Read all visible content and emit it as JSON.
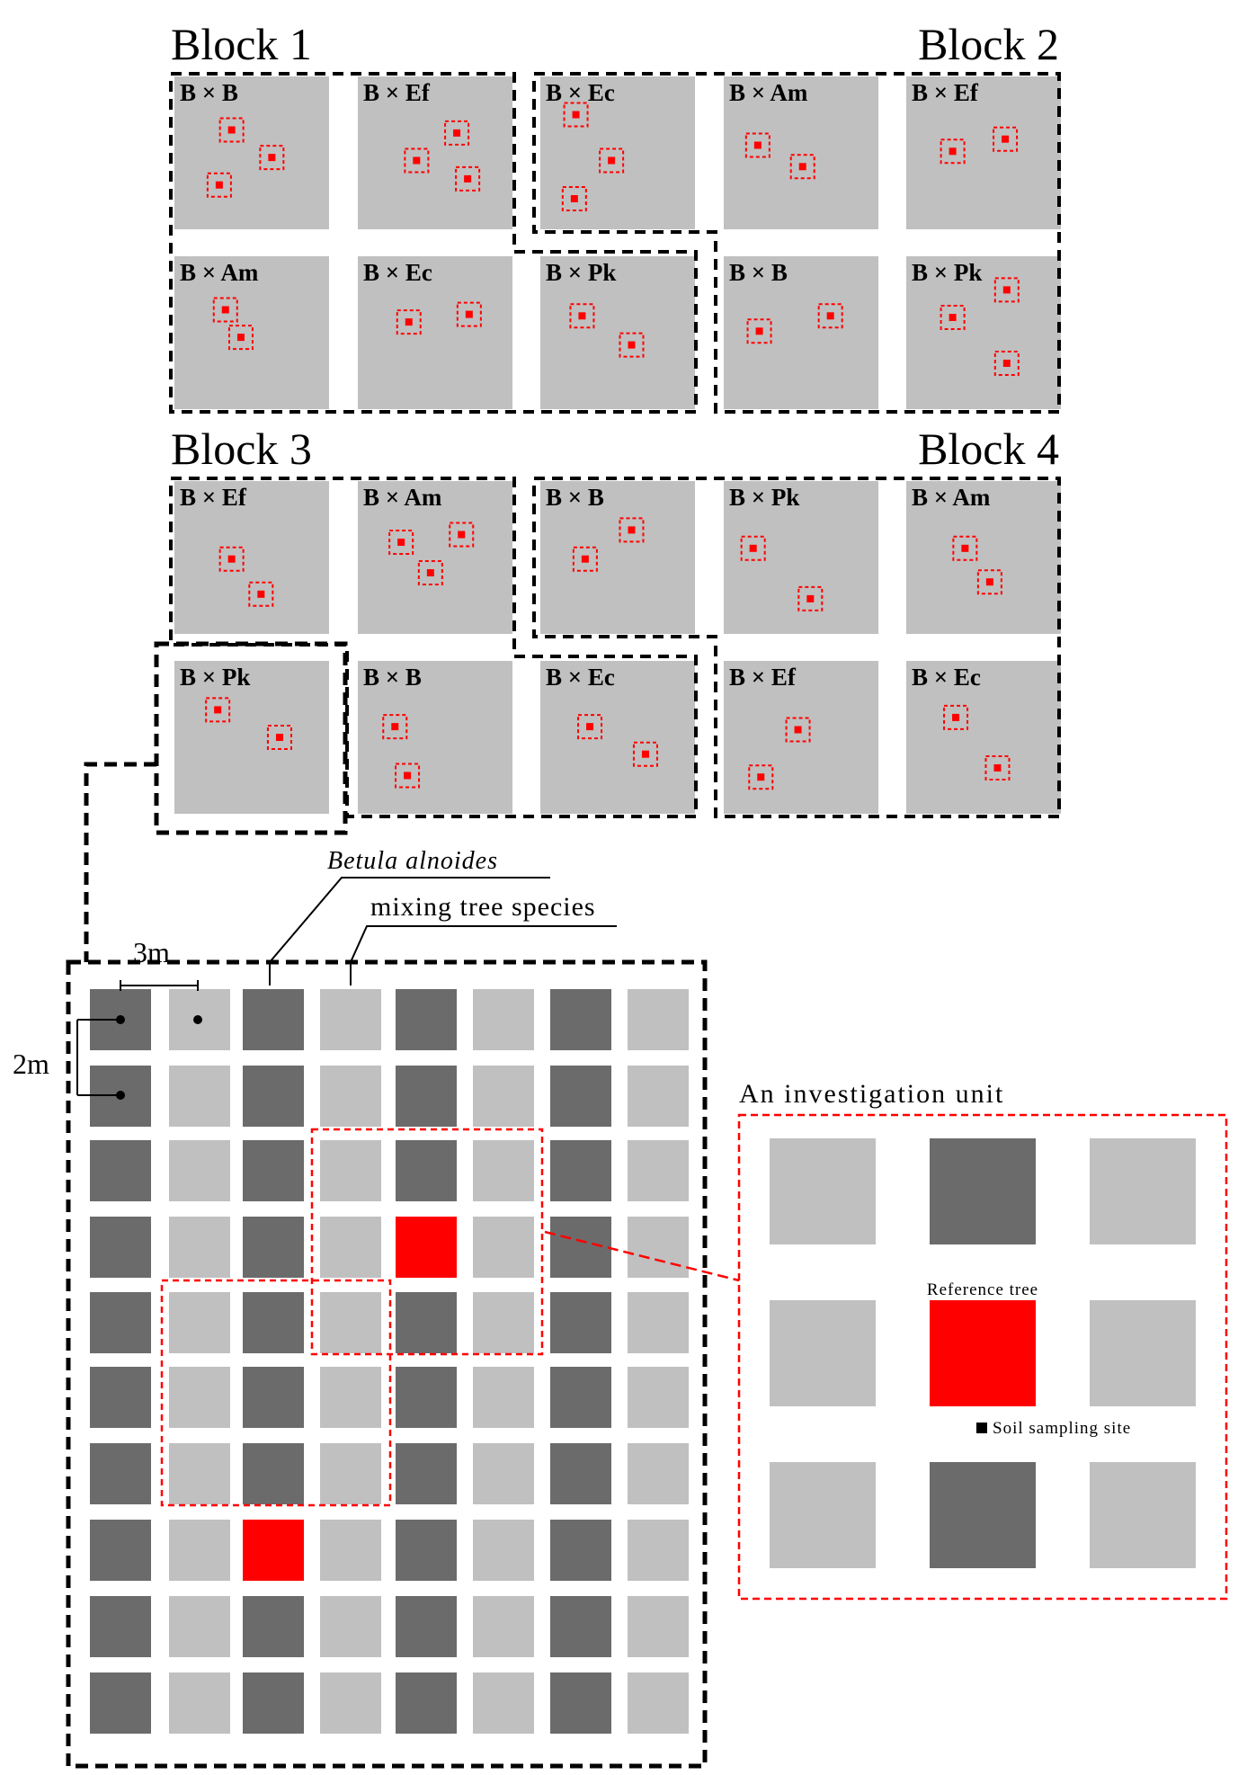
{
  "colors": {
    "plot_fill": "#c0c0c0",
    "betula_tree": "#6b6b6b",
    "mixing_tree": "#c0c0c0",
    "reference_tree": "#ff0000",
    "marker": "#ff0000",
    "border": "#000000",
    "unit_border": "#ff0000"
  },
  "blocks": [
    {
      "title": "Block 1"
    },
    {
      "title": "Block 2"
    },
    {
      "title": "Block 3"
    },
    {
      "title": "Block 4"
    }
  ],
  "plots": [
    {
      "label": "B × B",
      "markers": [
        [
          0.37,
          0.35
        ],
        [
          0.63,
          0.53
        ],
        [
          0.29,
          0.71
        ]
      ]
    },
    {
      "label": "B × Ef",
      "markers": [
        [
          0.38,
          0.55
        ],
        [
          0.64,
          0.37
        ],
        [
          0.71,
          0.67
        ]
      ]
    },
    {
      "label": "B × Ec",
      "markers": [
        [
          0.23,
          0.25
        ],
        [
          0.46,
          0.55
        ],
        [
          0.22,
          0.8
        ]
      ]
    },
    {
      "label": "B × Am",
      "markers": [
        [
          0.22,
          0.45
        ],
        [
          0.51,
          0.59
        ]
      ]
    },
    {
      "label": "B × Ef",
      "markers": [
        [
          0.3,
          0.49
        ],
        [
          0.64,
          0.41
        ]
      ]
    },
    {
      "label": "B × Am",
      "markers": [
        [
          0.33,
          0.35
        ],
        [
          0.43,
          0.53
        ]
      ]
    },
    {
      "label": "B × Ec",
      "markers": [
        [
          0.33,
          0.43
        ],
        [
          0.72,
          0.38
        ]
      ]
    },
    {
      "label": "B × Pk",
      "markers": [
        [
          0.27,
          0.39
        ],
        [
          0.59,
          0.58
        ]
      ]
    },
    {
      "label": "B × B",
      "markers": [
        [
          0.23,
          0.49
        ],
        [
          0.69,
          0.39
        ]
      ]
    },
    {
      "label": "B × Pk",
      "markers": [
        [
          0.3,
          0.4
        ],
        [
          0.65,
          0.22
        ],
        [
          0.65,
          0.7
        ]
      ]
    },
    {
      "label": "B × Ef",
      "markers": [
        [
          0.37,
          0.51
        ],
        [
          0.56,
          0.74
        ]
      ]
    },
    {
      "label": "B × Am",
      "markers": [
        [
          0.28,
          0.4
        ],
        [
          0.47,
          0.6
        ],
        [
          0.67,
          0.35
        ]
      ]
    },
    {
      "label": "B × B",
      "markers": [
        [
          0.29,
          0.51
        ],
        [
          0.59,
          0.32
        ]
      ]
    },
    {
      "label": "B × Pk",
      "markers": [
        [
          0.19,
          0.44
        ],
        [
          0.56,
          0.77
        ]
      ]
    },
    {
      "label": "B × Am",
      "markers": [
        [
          0.38,
          0.44
        ],
        [
          0.54,
          0.66
        ]
      ]
    },
    {
      "label": "B × Pk",
      "markers": [
        [
          0.28,
          0.32
        ],
        [
          0.68,
          0.5
        ]
      ]
    },
    {
      "label": "B × B",
      "markers": [
        [
          0.24,
          0.43
        ],
        [
          0.32,
          0.75
        ]
      ]
    },
    {
      "label": "B × Ec",
      "markers": [
        [
          0.32,
          0.43
        ],
        [
          0.68,
          0.61
        ]
      ]
    },
    {
      "label": "B × Ef",
      "markers": [
        [
          0.48,
          0.45
        ],
        [
          0.24,
          0.76
        ]
      ]
    },
    {
      "label": "B × Ec",
      "markers": [
        [
          0.32,
          0.37
        ],
        [
          0.59,
          0.7
        ]
      ]
    }
  ],
  "annotations": {
    "betula": "Betula alnoides",
    "mixing": "mixing tree species",
    "spacing_x": "3m",
    "spacing_y": "2m",
    "unit_title": "An  investigation unit",
    "reference_tree": "Reference tree",
    "soil_sampling": "Soil sampling site"
  }
}
